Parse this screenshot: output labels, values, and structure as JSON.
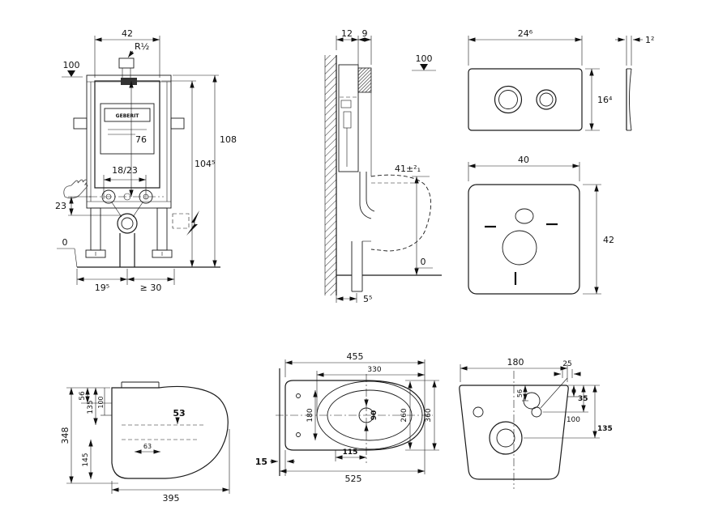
{
  "cistern_front": {
    "width": "42",
    "supply": "R½",
    "level_top": "100",
    "tank_height": "76",
    "total_height": "108",
    "frame_height": "104⁵",
    "fitting_span": "18/23",
    "connector": "23",
    "floor_level": "0",
    "outlet_offset": "19⁵",
    "side_clearance": "≥ 30",
    "brand": "GEBERIT"
  },
  "side_view": {
    "frame_depth": "12",
    "plate_depth": "9",
    "level_top": "100",
    "rim_height": "41±²₁",
    "floor_level": "0",
    "drain_offset": "5⁵"
  },
  "flush_plate": {
    "width": "24⁶",
    "height": "16⁴",
    "thickness": "1²"
  },
  "sound_mat": {
    "width": "40",
    "height": "42"
  },
  "toilet_side": {
    "height": "348",
    "dim_56": "56",
    "dim_135": "135",
    "dim_100": "100",
    "dim_145": "145",
    "dim_53": "53",
    "dim_63": "63",
    "depth": "395"
  },
  "toilet_top": {
    "bowl_length": "455",
    "seat_length": "330",
    "inner_width": "180",
    "drain": "90",
    "drain_offset": "115",
    "wall_gap": "15",
    "total_depth": "525",
    "seat_depth": "260",
    "bowl_depth": "360"
  },
  "toilet_back": {
    "width": "180",
    "inlet_offset": "56",
    "hole_edge": "25",
    "dim_35": "35",
    "dim_100": "100",
    "dim_135": "135"
  }
}
